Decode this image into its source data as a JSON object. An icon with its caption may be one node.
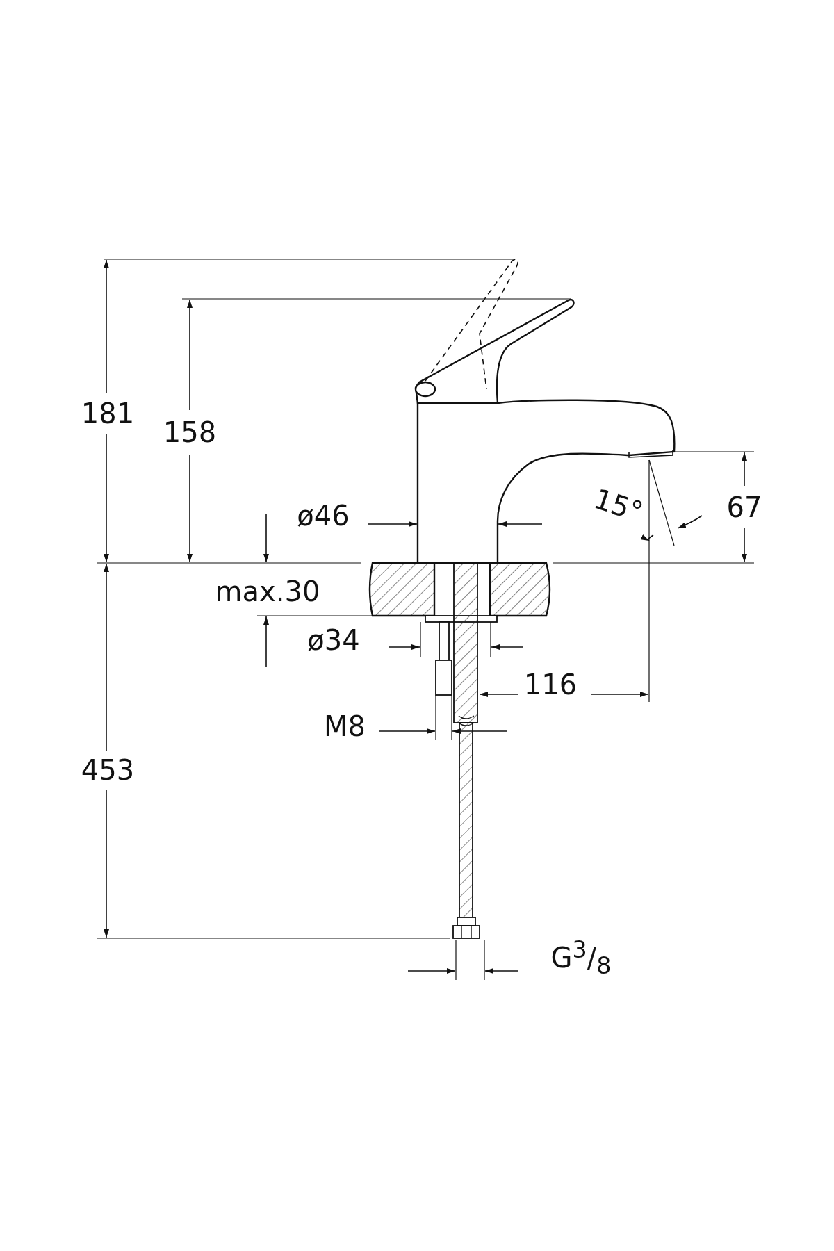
{
  "diagram": {
    "labels": [
      "181",
      "158",
      "ø46",
      "15°",
      "67",
      "max.30",
      "ø34",
      "116",
      "M8",
      "453",
      "G$^{3}$/$_{8}$"
    ]
  }
}
